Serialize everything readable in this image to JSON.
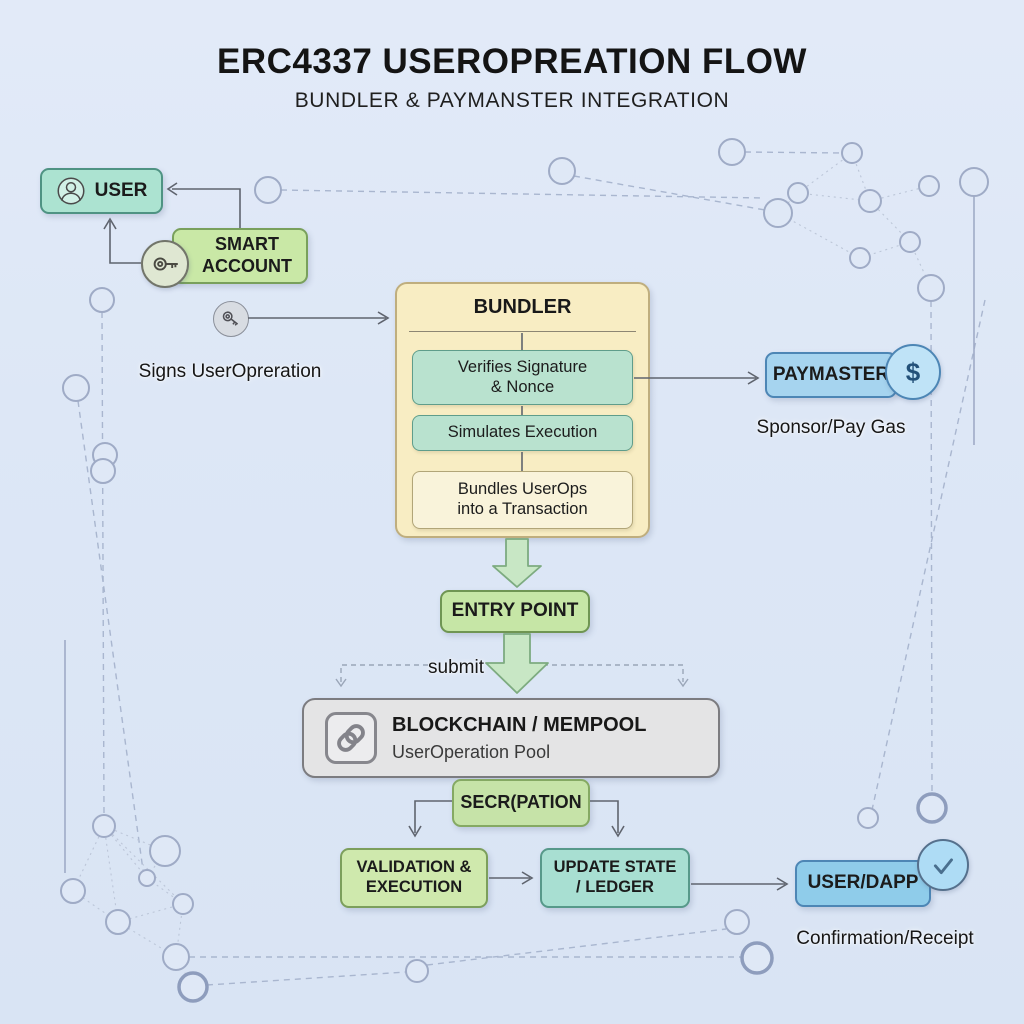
{
  "header": {
    "title": "ERC4337 USEROPREATION FLOW",
    "subtitle": "BUNDLER & PAYMANSTER INTEGRATION"
  },
  "flow": {
    "user": "USER",
    "smart_account_line1": "SMART",
    "smart_account_line2": "ACCOUNT",
    "signs_caption": "Signs UserOpreration",
    "bundler_title": "BUNDLER",
    "step_verify_line1": "Verifies Signature",
    "step_verify_line2": "& Nonce",
    "step_simulate": "Simulates Execution",
    "step_bundle_line1": "Bundles UserOps",
    "step_bundle_line2": "into a Transaction",
    "paymaster": "PAYMASTER",
    "dollar_sign": "$",
    "paymaster_caption": "Sponsor/Pay Gas",
    "entry_point": "ENTRY POINT",
    "submit_label": "submit",
    "mempool_title": "BLOCKCHAIN / MEMPOOL",
    "mempool_subtitle": "UserOperation Pool",
    "secrpation": "SECR(PATION",
    "validation_line1": "VALIDATION &",
    "validation_line2": "EXECUTION",
    "update_line1": "UPDATE STATE",
    "update_line2": "/ LEDGER",
    "user_dapp": "USER/DAPP",
    "confirmation_caption": "Confirmation/Receipt"
  },
  "icons": {
    "user_avatar": "user-avatar-icon",
    "key_green": "key-icon",
    "key_gray": "signing-key-icon",
    "dollar": "dollar-icon",
    "chain": "chain-link-icon",
    "check": "check-icon"
  },
  "colors": {
    "background": "#dde7f6",
    "user_box": "#ace3d1",
    "smart_account_box": "#c9e8a6",
    "bundler_box": "#f8edc3",
    "teal_step_box": "#b9e2cf",
    "cream_step_box": "#f9f3da",
    "paymaster_box": "#a6d4ef",
    "entry_point_box": "#c6e6a6",
    "mempool_box": "#e4e4e5",
    "secrpation_box": "#c6e3a8",
    "validation_box": "#cfe9ad",
    "update_box": "#a8dfd2",
    "user_dapp_box": "#8fccea",
    "green_arrow": "#c8e7c5",
    "connector_gray": "#5f646e",
    "decor_network": "#a9b6cf"
  }
}
